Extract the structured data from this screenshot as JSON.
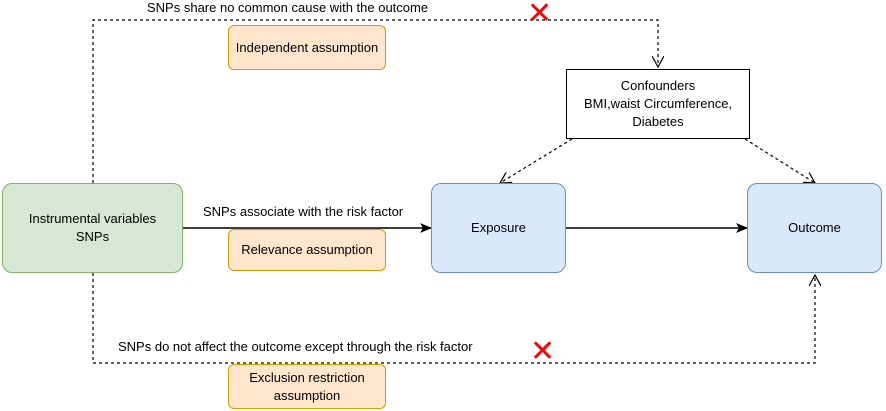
{
  "nodes": {
    "instrumental": "Instrumental variables\nSNPs",
    "exposure": "Exposure",
    "outcome": "Outcome",
    "confounders": "Confounders\nBMI,waist Circumference,\nDiabetes",
    "independent": "Independent assumption",
    "relevance": "Relevance assumption",
    "exclusion": "Exclusion restriction\nassumption"
  },
  "edge_labels": {
    "top": "SNPs share no common cause with the outcome",
    "middle": "SNPs associate with the risk factor",
    "bottom": "SNPs do not affect the outcome except through the risk factor"
  },
  "marks": {
    "cross_symbol": "✕"
  },
  "colors": {
    "green_fill": "#d5e8d4",
    "green_stroke": "#82b366",
    "blue_fill": "#dae8fc",
    "blue_stroke": "#6c8ebf",
    "orange_fill": "#ffe6cc",
    "orange_stroke": "#d79b00",
    "cross": "#ff0000"
  }
}
